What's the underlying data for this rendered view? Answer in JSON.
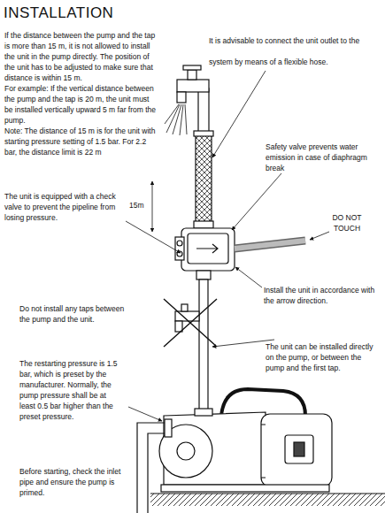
{
  "diagram": {
    "title": "INSTALLATION",
    "labels": [
      "If the distance between the pump and the tap is more than 15 m, it is not allowed to install the unit in the pump directly. The position of the unit has to be adjusted to make sure that distance is within 15 m.",
      "For example: If the vertical distance between the pump and the tap is 20 m, the unit must be installed vertically upward 5 m far from the pump.",
      "Note: The distance of 15 m is for the unit with starting pressure setting of 1.5 bar. For 2.2 bar, the distance limit is 22 m",
      "It is advisable to connect the unit outlet to the system by means of a flexible hose.",
      "Safety valve prevents water emission in case of diaphragm break",
      "15m",
      "The unit is equipped with a check valve to prevent the pipeline from losing pressure.",
      "DO NOT TOUCH",
      "Install the unit in accordance with the arrow direction.",
      "Do not install any taps between the pump and the unit.",
      "The unit can be installed directly on the pump, or between the pump and the first tap.",
      "The restarting pressure is 1.5 bar, which is preset by the manufacturer. Normally, the pump pressure shall be at least 0.5 bar higher than the preset pressure.",
      "Before starting, check the inlet pipe and ensure the pump is primed."
    ]
  }
}
